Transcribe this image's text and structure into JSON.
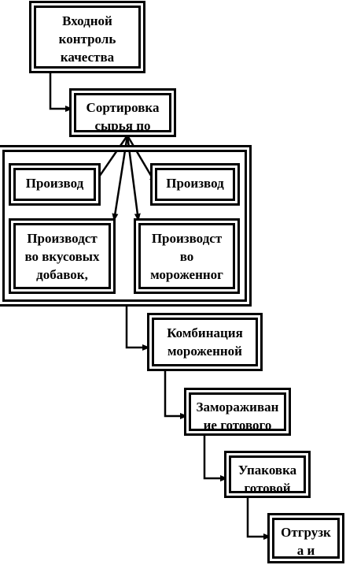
{
  "nodes": {
    "n1": "Входной\nконтроль\nкачества",
    "n2": "Сортировка\nсырья по",
    "n3": "Производ\nство",
    "n4": "Производ\nство",
    "n5": "Производст\nво вкусовых\nдобавок,\nсиропов",
    "n6": "Производст\nво\nмороженног\nо-б",
    "n7": "Комбинация\nмороженной\nмассы и",
    "n8": "Замораживан\nие готового",
    "n9": "Упаковка\nготовой",
    "n10": "Отгрузк\nа и"
  }
}
